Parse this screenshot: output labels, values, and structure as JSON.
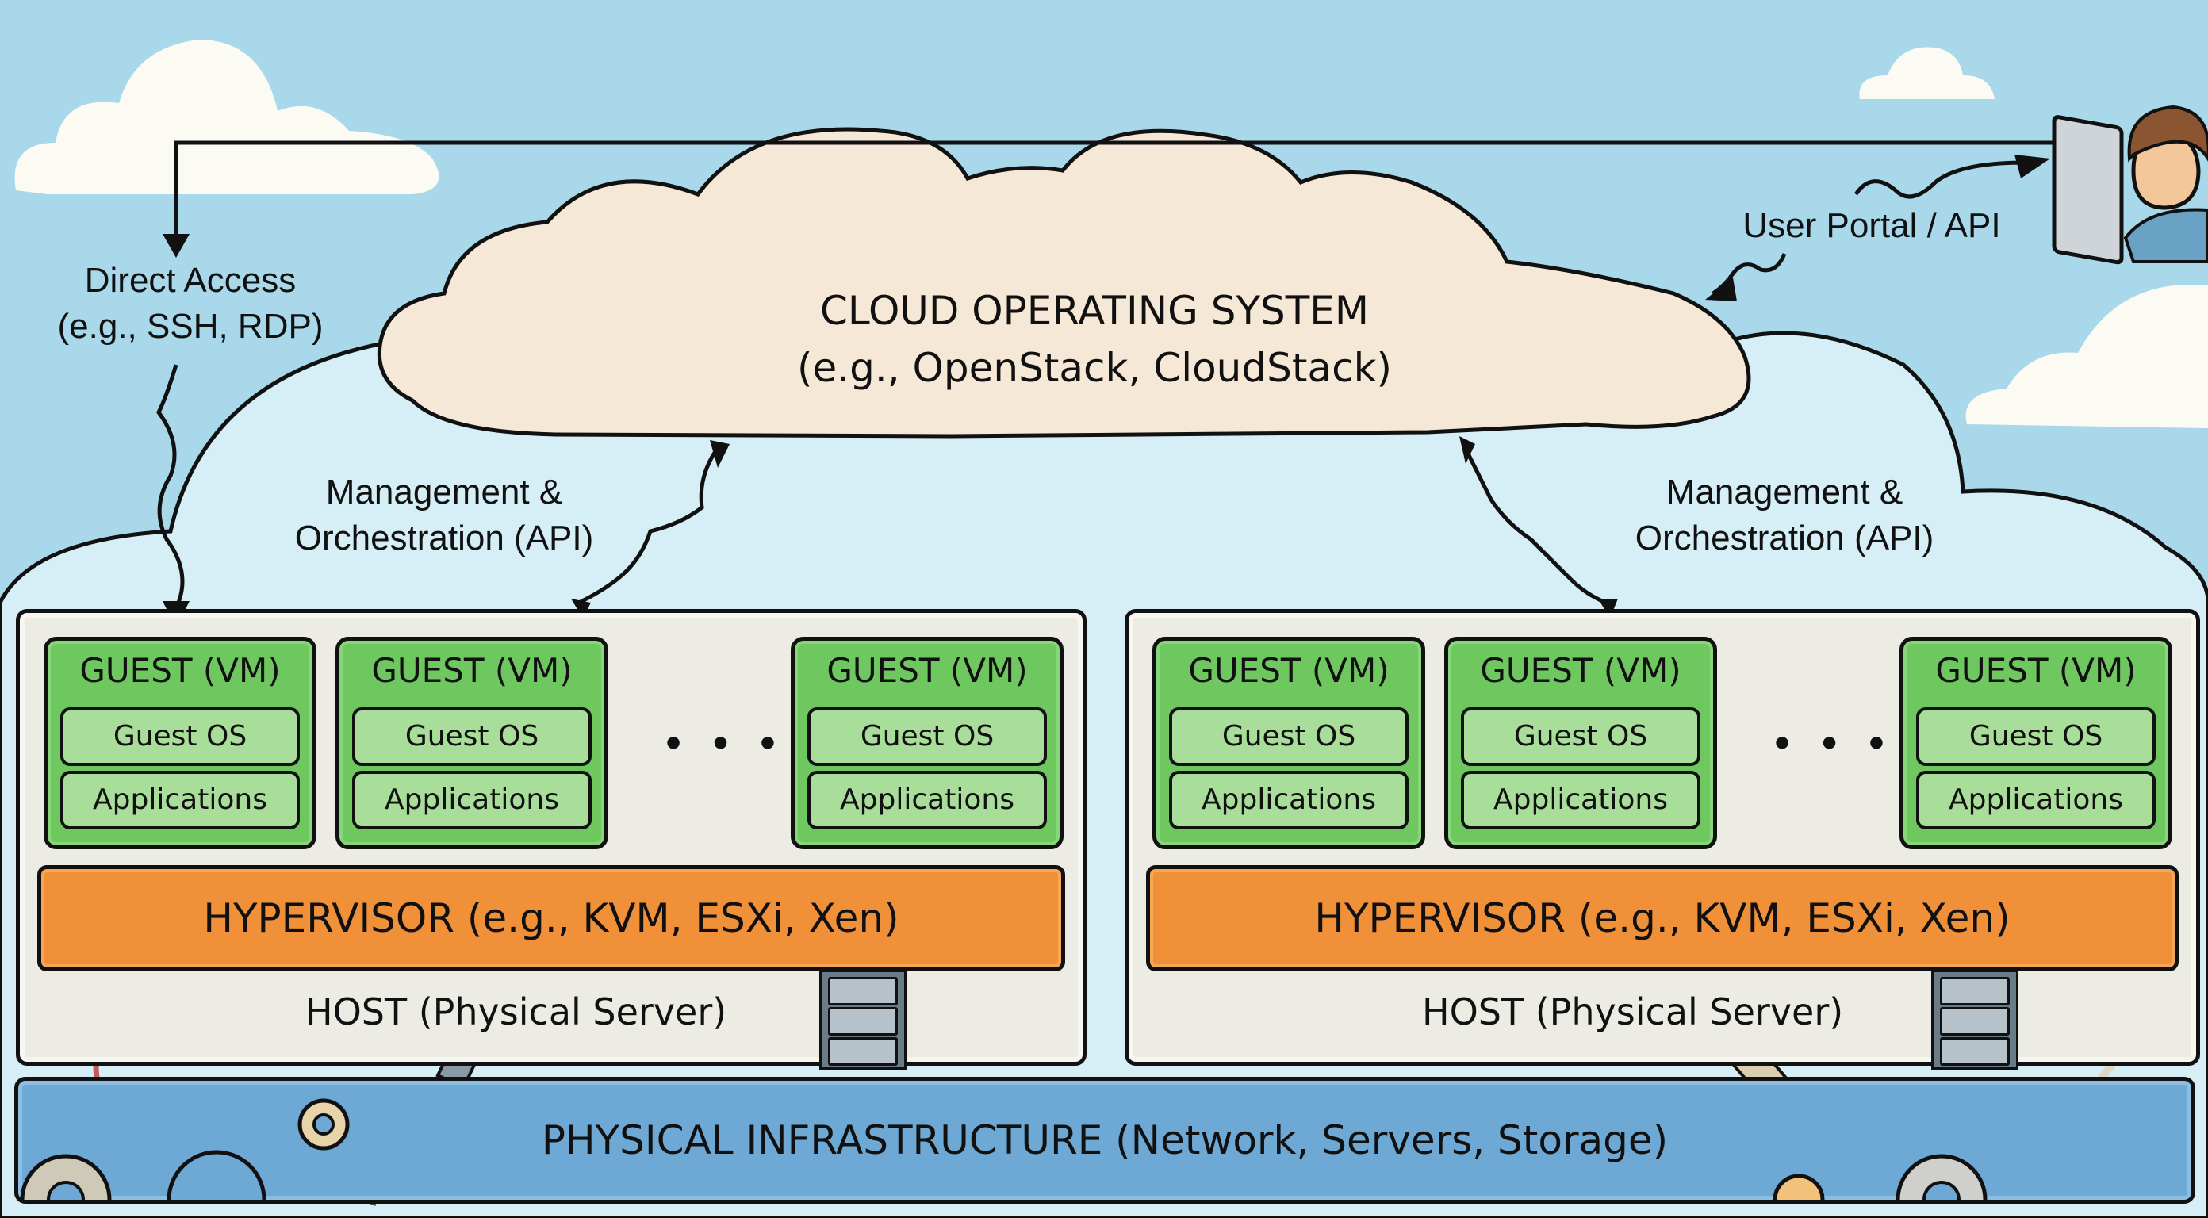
{
  "diagram": {
    "cloud_os": {
      "title": "CLOUD OPERATING SYSTEM",
      "subtitle": "(e.g., OpenStack, CloudStack)"
    },
    "direct_access": {
      "line1": "Direct Access",
      "line2": "(e.g., SSH, RDP)"
    },
    "user_portal": "User Portal / API",
    "management": {
      "left": {
        "line1": "Management &",
        "line2": "Orchestration (API)"
      },
      "right": {
        "line1": "Management &",
        "line2": "Orchestration (API)"
      }
    },
    "hosts": [
      {
        "guests": [
          {
            "title": "GUEST (VM)",
            "os": "Guest OS",
            "apps": "Applications"
          },
          {
            "title": "GUEST (VM)",
            "os": "Guest OS",
            "apps": "Applications"
          },
          {
            "title": "GUEST (VM)",
            "os": "Guest OS",
            "apps": "Applications"
          }
        ],
        "ellipsis": "• • •",
        "hypervisor": "HYPERVISOR (e.g., KVM, ESXi, Xen)",
        "host_label": "HOST (Physical Server)"
      },
      {
        "guests": [
          {
            "title": "GUEST (VM)",
            "os": "Guest OS",
            "apps": "Applications"
          },
          {
            "title": "GUEST (VM)",
            "os": "Guest OS",
            "apps": "Applications"
          },
          {
            "title": "GUEST (VM)",
            "os": "Guest OS",
            "apps": "Applications"
          }
        ],
        "ellipsis": "• • •",
        "hypervisor": "HYPERVISOR (e.g., KVM, ESXi, Xen)",
        "host_label": "HOST (Physical Server)"
      }
    ],
    "infrastructure": "PHYSICAL INFRASTRUCTURE (Network, Servers, Storage)"
  },
  "colors": {
    "sky": "#a9d8ea",
    "cloud_os_fill": "#f6e8d6",
    "backdrop_cloud": "#d6eef5",
    "guest_green": "#6fc760",
    "hypervisor_orange": "#f0913a",
    "host_gray": "#ecebe4",
    "infra_blue": "#6ea8d4"
  }
}
